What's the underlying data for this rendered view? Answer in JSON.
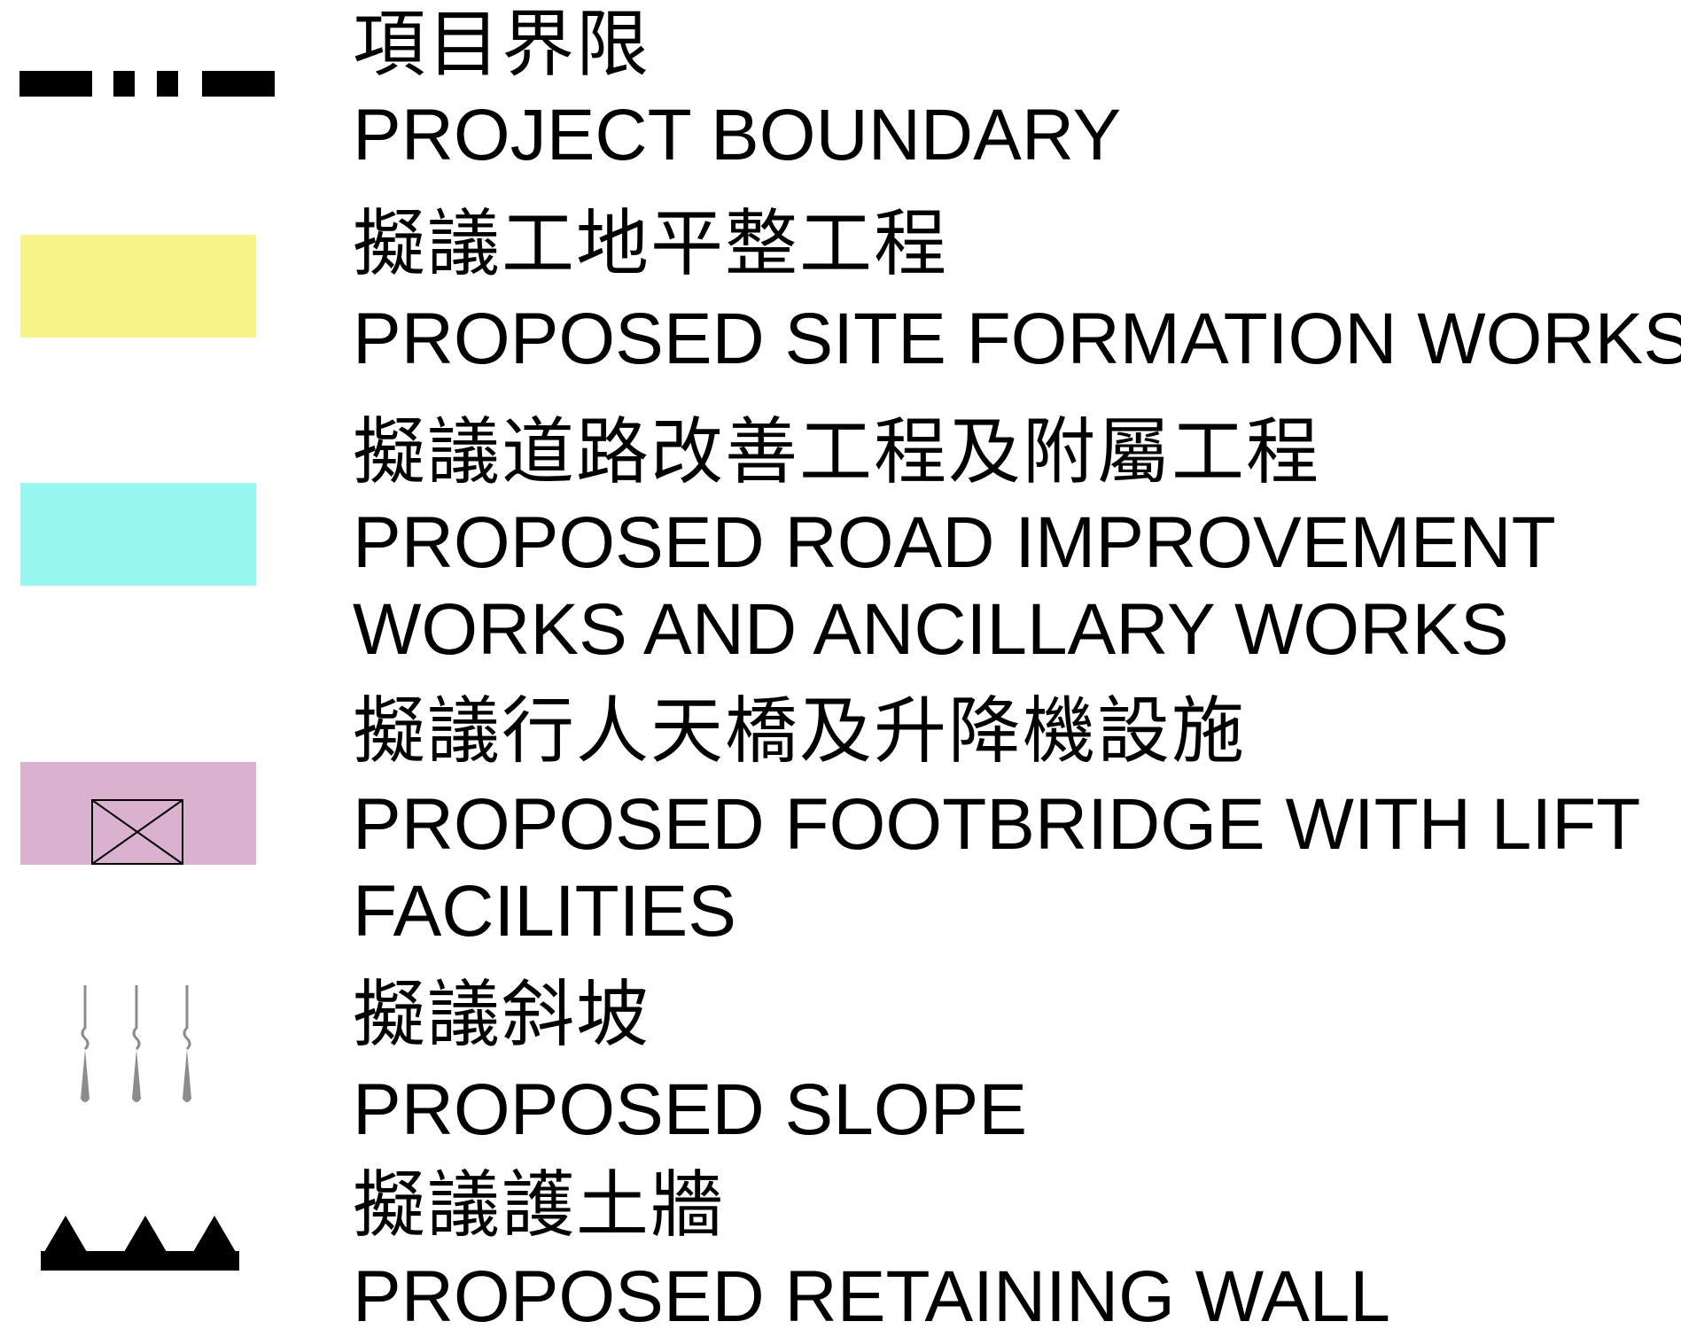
{
  "legend": {
    "items": [
      {
        "zh": "項目界限",
        "en": [
          "PROJECT BOUNDARY"
        ],
        "symbol": "dash-dot-boundary-line",
        "color": "#000000"
      },
      {
        "zh": "擬議工地平整工程",
        "en": [
          "PROPOSED SITE FORMATION WORKS"
        ],
        "symbol": "fill-swatch",
        "color": "#F7F388"
      },
      {
        "zh": "擬議道路改善工程及附屬工程",
        "en": [
          "PROPOSED ROAD IMPROVEMENT",
          "WORKS AND ANCILLARY WORKS"
        ],
        "symbol": "fill-swatch",
        "color": "#98F7F1"
      },
      {
        "zh": "擬議行人天橋及升降機設施",
        "en": [
          "PROPOSED FOOTBRIDGE WITH LIFT",
          "FACILITIES"
        ],
        "symbol": "fill-swatch-with-cross-box",
        "color": "#DBB1D0"
      },
      {
        "zh": "擬議斜坡",
        "en": [
          "PROPOSED SLOPE"
        ],
        "symbol": "slope-hachure",
        "color": "#8C8C8C"
      },
      {
        "zh": "擬議護土牆",
        "en": [
          "PROPOSED RETAINING WALL"
        ],
        "symbol": "retaining-wall-line",
        "color": "#000000"
      }
    ]
  }
}
